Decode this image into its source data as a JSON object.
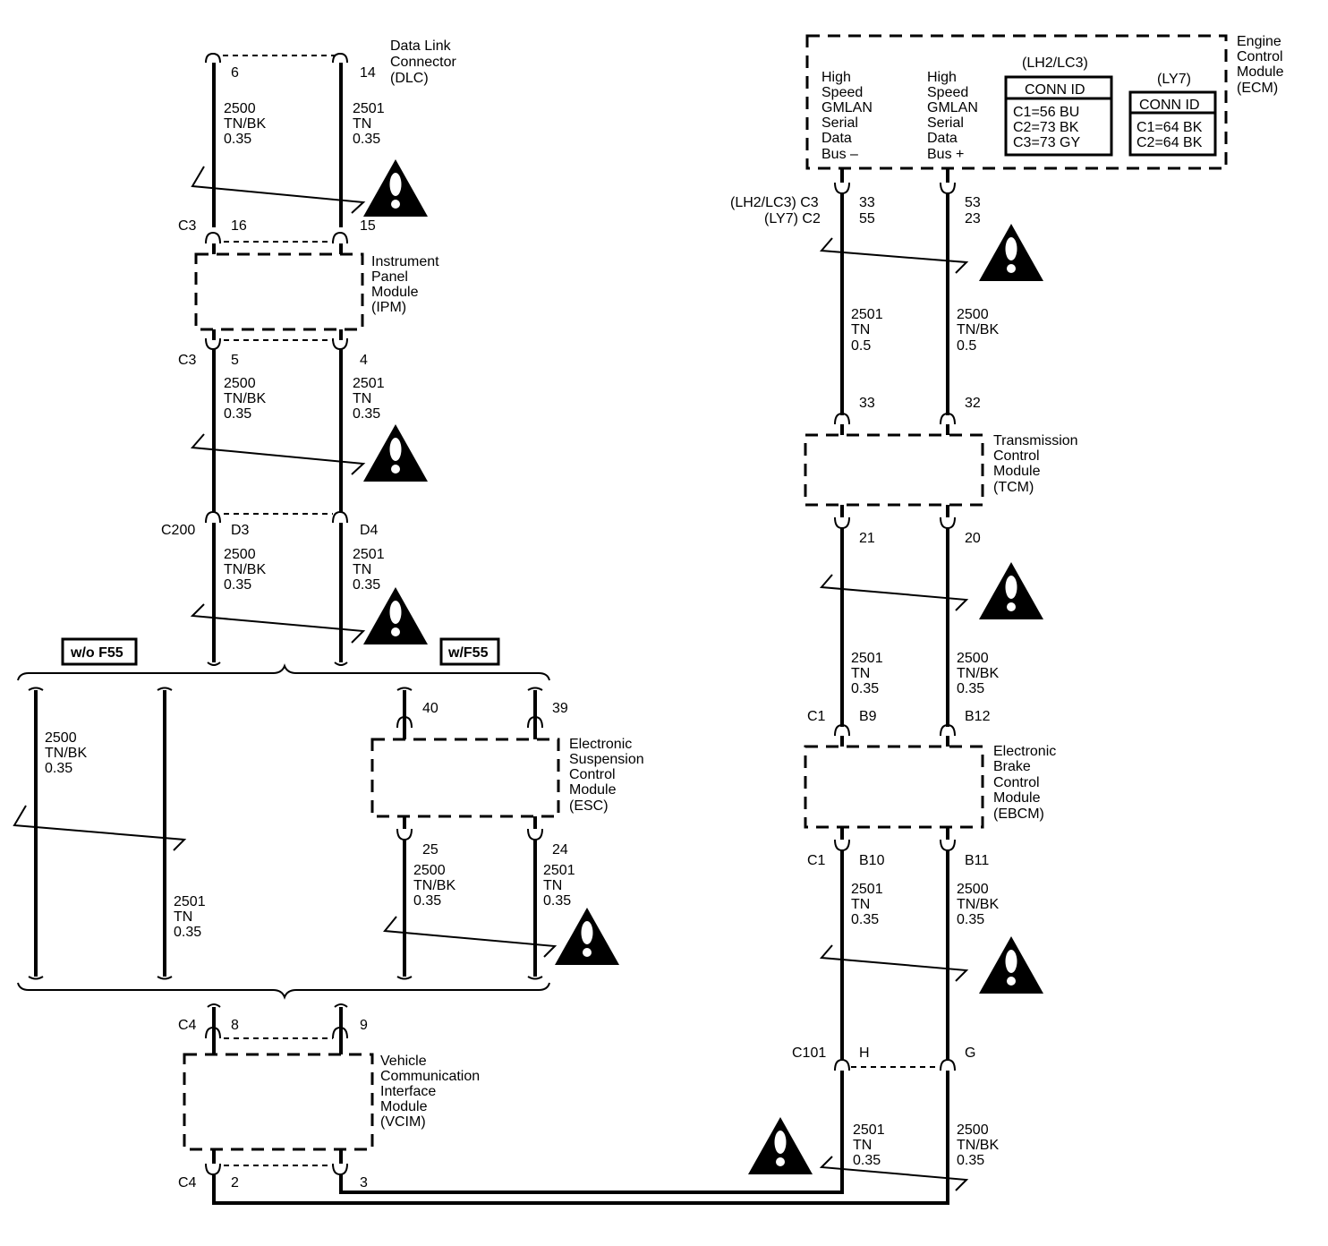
{
  "modules": {
    "dlc": [
      "Data Link",
      "Connector",
      "(DLC)"
    ],
    "ipm": [
      "Instrument",
      "Panel",
      "Module",
      "(IPM)"
    ],
    "esc": [
      "Electronic",
      "Suspension",
      "Control",
      "Module",
      "(ESC)"
    ],
    "vcim": [
      "Vehicle",
      "Communication",
      "Interface",
      "Module",
      "(VCIM)"
    ],
    "ecm": [
      "Engine",
      "Control",
      "Module",
      "(ECM)"
    ],
    "tcm": [
      "Transmission",
      "Control",
      "Module",
      "(TCM)"
    ],
    "ebcm": [
      "Electronic",
      "Brake",
      "Control",
      "Module",
      "(EBCM)"
    ]
  },
  "ecm_block": {
    "bus_minus": [
      "High",
      "Speed",
      "GMLAN",
      "Serial",
      "Data",
      "Bus –"
    ],
    "bus_plus": [
      "High",
      "Speed",
      "GMLAN",
      "Serial",
      "Data",
      "Bus +"
    ],
    "lh2_title": "(LH2/LC3)",
    "ly7_title": "(LY7)",
    "conn_id": "CONN ID",
    "lh2_rows": [
      "C1=56 BU",
      "C2=73 BK",
      "C3=73 GY"
    ],
    "ly7_rows": [
      "C1=64 BK",
      "C2=64 BK"
    ]
  },
  "options": {
    "wo_f55": "w/o F55",
    "w_f55": "w/F55"
  },
  "connectors": {
    "c3": "C3",
    "c200": "C200",
    "c4": "C4",
    "c1": "C1",
    "c101": "C101",
    "ecm_c3": "(LH2/LC3) C3",
    "ecm_c2": "(LY7) C2"
  },
  "pins": {
    "dlc_6": "6",
    "dlc_14": "14",
    "ipm_16": "16",
    "ipm_15": "15",
    "ipm_5": "5",
    "ipm_4": "4",
    "c200_d3": "D3",
    "c200_d4": "D4",
    "esc_40": "40",
    "esc_39": "39",
    "esc_25": "25",
    "esc_24": "24",
    "vcim_8": "8",
    "vcim_9": "9",
    "vcim_2": "2",
    "vcim_3": "3",
    "ecm_33": "33",
    "ecm_53": "53",
    "ecm_55": "55",
    "ecm_23": "23",
    "tcm_33": "33",
    "tcm_32": "32",
    "tcm_21": "21",
    "tcm_20": "20",
    "ebcm_b9": "B9",
    "ebcm_b12": "B12",
    "ebcm_b10": "B10",
    "ebcm_b11": "B11",
    "c101_h": "H",
    "c101_g": "G"
  },
  "wires": {
    "tnbk_035": [
      "2500",
      "TN/BK",
      "0.35"
    ],
    "tn_035": [
      "2501",
      "TN",
      "0.35"
    ],
    "tn_05": [
      "2501",
      "TN",
      "0.5"
    ],
    "tnbk_05": [
      "2500",
      "TN/BK",
      "0.5"
    ]
  }
}
